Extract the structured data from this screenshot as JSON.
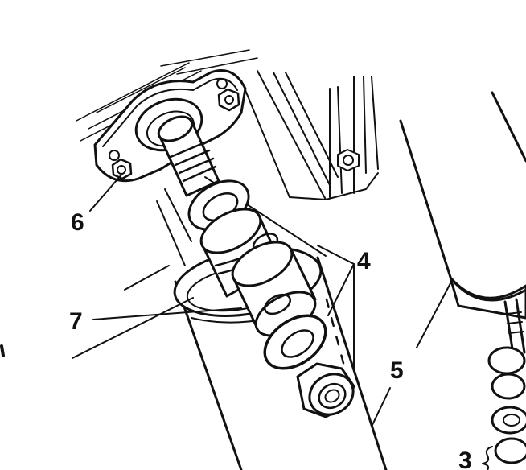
{
  "figure": {
    "callouts": [
      {
        "id": "callout-3",
        "label": "3"
      },
      {
        "id": "callout-4",
        "label": "4"
      },
      {
        "id": "callout-5",
        "label": "5"
      },
      {
        "id": "callout-6",
        "label": "6"
      },
      {
        "id": "callout-7",
        "label": "7"
      }
    ]
  },
  "colors": {
    "ink": "#111111",
    "paper": "#ffffff"
  }
}
